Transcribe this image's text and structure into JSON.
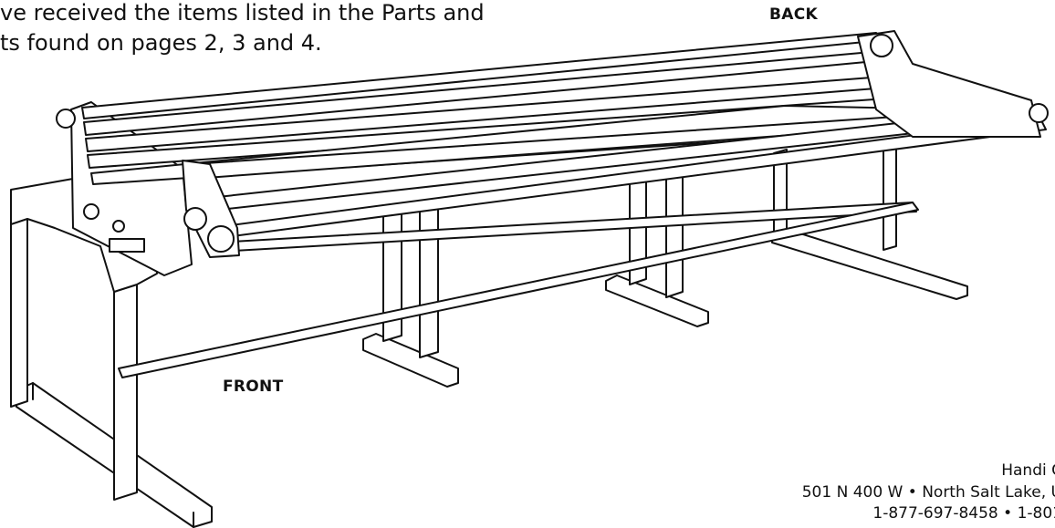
{
  "intro": {
    "line1": "ve received the items listed in the Parts and",
    "line2": "ts found on pages 2, 3 and 4."
  },
  "labels": {
    "back": "BACK",
    "front": "FRONT"
  },
  "contact": {
    "company": "Handi C",
    "address": "501 N 400 W  •  North Salt Lake, U",
    "phone": "1-877-697-8458 • 1-801"
  }
}
